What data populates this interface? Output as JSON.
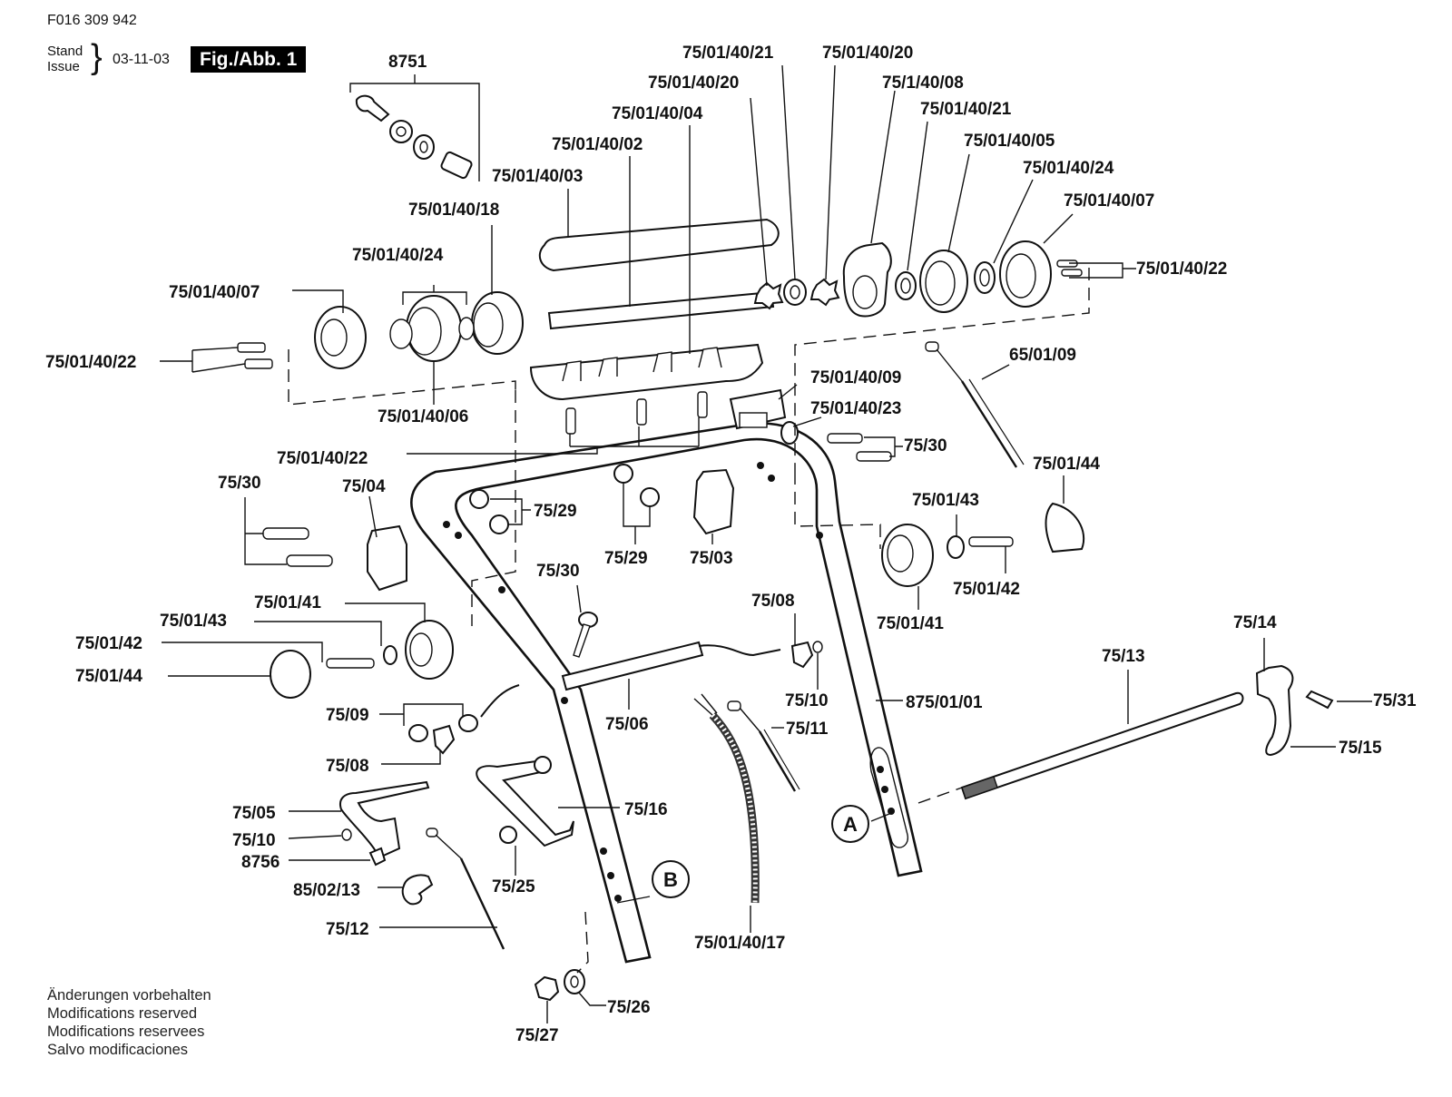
{
  "header": {
    "document_code": "F016 309 942",
    "stand_label": "Stand",
    "issue_label": "Issue",
    "issue_date": "03-11-03",
    "figure_badge": "Fig./Abb. 1"
  },
  "footer": {
    "lines": [
      "Änderungen vorbehalten",
      "Modifications reserved",
      "Modifications reservees",
      "Salvo modificaciones"
    ]
  },
  "reference_markers": [
    "A",
    "B"
  ],
  "part_labels": [
    "8751",
    "75/01/40/21",
    "75/01/40/20",
    "75/01/40/20",
    "75/1/40/08",
    "75/01/40/04",
    "75/01/40/21",
    "75/01/40/02",
    "75/01/40/05",
    "75/01/40/03",
    "75/01/40/24",
    "75/01/40/18",
    "75/01/40/07",
    "75/01/40/22",
    "75/01/40/24",
    "75/01/40/07",
    "75/01/40/22",
    "75/01/40/06",
    "65/01/09",
    "75/01/40/09",
    "75/01/40/23",
    "75/01/40/22",
    "75/30",
    "75/01/44",
    "75/30",
    "75/04",
    "75/29",
    "75/01/43",
    "75/29",
    "75/03",
    "75/30",
    "75/01/42",
    "75/01/41",
    "75/01/41",
    "75/01/43",
    "75/08",
    "75/14",
    "75/01/42",
    "75/13",
    "75/01/44",
    "75/10",
    "75/31",
    "875/01/01",
    "75/09",
    "75/06",
    "75/11",
    "75/15",
    "75/08",
    "75/05",
    "75/16",
    "75/10",
    "8756",
    "85/02/13",
    "75/25",
    "75/12",
    "75/01/40/17",
    "75/26",
    "75/27"
  ]
}
